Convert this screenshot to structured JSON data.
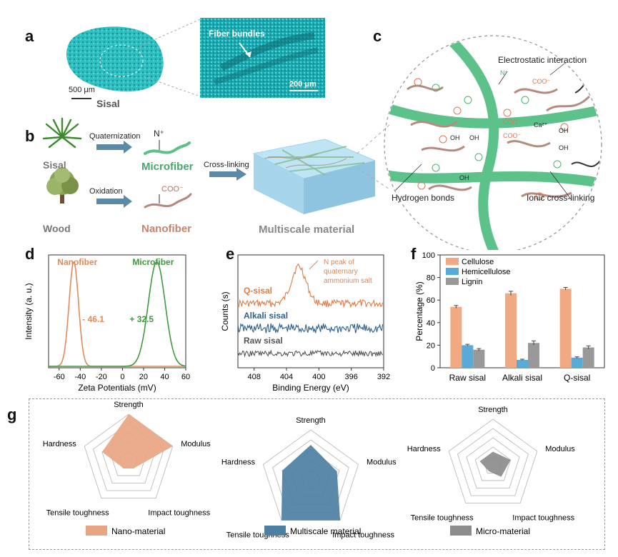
{
  "panels": {
    "a": {
      "letter": "a",
      "scale_left": "500 μm",
      "sample_label": "Sisal",
      "inset_label": "Fiber bundles",
      "scale_right": "200 μm"
    },
    "b": {
      "letter": "b",
      "source1": "Sisal",
      "step1": "Quaternization",
      "product1": "Microfiber",
      "group1": "N⁺",
      "source2": "Wood",
      "step2": "Oxidation",
      "product2": "Nanofiber",
      "group2": "COO⁻",
      "crosslink": "Cross-linking",
      "result": "Multiscale material"
    },
    "c": {
      "letter": "c",
      "electrostatic": "Electrostatic interaction",
      "hydrogen": "Hydrogen bonds",
      "ionic": "Ionic cross-linking",
      "n_label": "N⁺",
      "coo1": "COO⁻",
      "coo2": "COO⁻",
      "coo3": "COO⁻",
      "ca": "Ca²⁺",
      "oh1": "OH",
      "oh2": "OH",
      "oh3": "OH",
      "oh4": "OH",
      "oh5": "OH"
    },
    "d": {
      "letter": "d"
    },
    "e": {
      "letter": "e"
    },
    "f": {
      "letter": "f"
    },
    "g": {
      "letter": "g"
    }
  },
  "chart_data": [
    {
      "panel": "d",
      "type": "line",
      "xlabel": "Zeta Potentials (mV)",
      "ylabel": "Intensity (a. u.)",
      "xlim": [
        -70,
        60
      ],
      "xticks": [
        -60,
        -40,
        -20,
        0,
        20,
        40,
        60
      ],
      "series": [
        {
          "name": "Nanofiber",
          "peak": -46.1,
          "label": "- 46.1",
          "color": "#e08a5a"
        },
        {
          "name": "Microfiber",
          "peak": 32.5,
          "label": "+ 32.5",
          "color": "#3f9a3f"
        }
      ]
    },
    {
      "panel": "e",
      "type": "line",
      "xlabel": "Binding Energy (eV)",
      "ylabel": "Counts (s)",
      "xlim": [
        410,
        392
      ],
      "xticks": [
        408,
        404,
        400,
        396,
        392
      ],
      "annotation": "N peak of quaternary ammonium salt",
      "series": [
        {
          "name": "Q-sisal",
          "color": "#e07a45"
        },
        {
          "name": "Alkali sisal",
          "color": "#2f5f8f"
        },
        {
          "name": "Raw sisal",
          "color": "#555555"
        }
      ]
    },
    {
      "panel": "f",
      "type": "bar",
      "ylabel": "Percentage (%)",
      "ylim": [
        0,
        100
      ],
      "yticks": [
        0,
        20,
        40,
        60,
        80,
        100
      ],
      "categories": [
        "Raw sisal",
        "Alkali sisal",
        "Q-sisal"
      ],
      "series": [
        {
          "name": "Cellulose",
          "values": [
            54,
            66,
            70
          ],
          "errors": [
            1.2,
            1.8,
            1.2
          ],
          "color": "#f0a982"
        },
        {
          "name": "Hemicellulose",
          "values": [
            20,
            7,
            9
          ],
          "errors": [
            0.8,
            0.6,
            0.7
          ],
          "color": "#5aaad8"
        },
        {
          "name": "Lignin",
          "values": [
            16,
            22,
            18
          ],
          "errors": [
            1.0,
            1.8,
            1.4
          ],
          "color": "#999999"
        }
      ]
    },
    {
      "panel": "g",
      "type": "radar",
      "axes": [
        "Strength",
        "Modulus",
        "Impact toughness",
        "Tensile toughness",
        "Hardness"
      ],
      "levels": 5,
      "series": [
        {
          "name": "Nano-material",
          "values": [
            1.0,
            1.0,
            0.2,
            0.2,
            0.6
          ],
          "color": "#e8a582"
        },
        {
          "name": "Multiscale material",
          "values": [
            0.7,
            0.55,
            1.0,
            1.0,
            0.6
          ],
          "color": "#4d7fa3"
        },
        {
          "name": "Micro-material",
          "values": [
            0.3,
            0.4,
            0.3,
            0.15,
            0.3
          ],
          "color": "#8c8c8c"
        }
      ]
    }
  ]
}
